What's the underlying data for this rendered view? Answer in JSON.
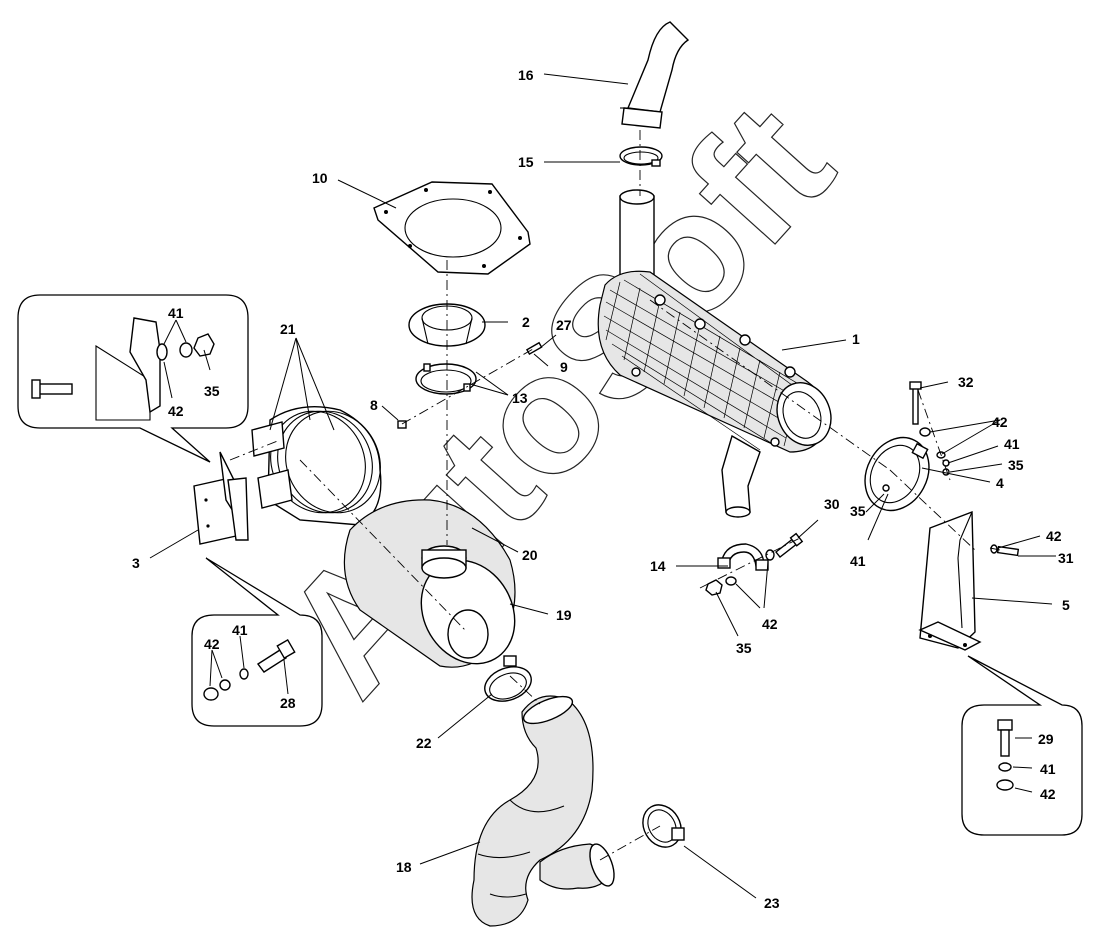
{
  "watermark": "AutoSoft",
  "labels": {
    "l1": "1",
    "l2": "2",
    "l3": "3",
    "l4": "4",
    "l5": "5",
    "l8": "8",
    "l9": "9",
    "l10": "10",
    "l13": "13",
    "l14": "14",
    "l15": "15",
    "l16": "16",
    "l18": "18",
    "l19": "19",
    "l20": "20",
    "l21": "21",
    "l22": "22",
    "l23": "23",
    "l27": "27",
    "l30": "30",
    "l31": "31",
    "l32": "32",
    "l35_main_right": "35",
    "l41_main_right": "41",
    "l42_main_right_a": "42",
    "l35_main_lower": "35",
    "l41_main_lower": "41",
    "l42_bracket": "42",
    "l42_clamp": "42",
    "l35_clamp": "35",
    "callout_top_left": {
      "l41": "41",
      "l35": "35",
      "l42": "42"
    },
    "callout_bottom_left": {
      "l42": "42",
      "l41": "41",
      "l28": "28"
    },
    "callout_bottom_right": {
      "l29": "29",
      "l41": "41",
      "l42": "42"
    }
  }
}
